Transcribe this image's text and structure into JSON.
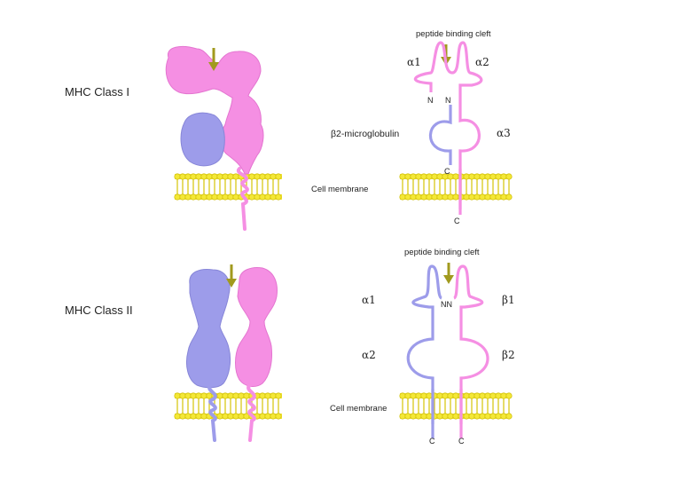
{
  "class1": {
    "title": "MHC Class I",
    "cleft_label": "peptide binding cleft",
    "alpha1": "α1",
    "alpha2": "α2",
    "alpha3": "α3",
    "beta2m": "β2-microglobulin",
    "n_left": "N",
    "n_right": "N",
    "c_beta2m": "C",
    "c_alpha": "C",
    "membrane": "Cell membrane"
  },
  "class2": {
    "title": "MHC Class II",
    "cleft_label": "peptide binding cleft",
    "alpha1": "α1",
    "alpha2": "α2",
    "beta1": "β1",
    "beta2": "β2",
    "nn": "NN",
    "c_alpha": "C",
    "c_beta": "C",
    "membrane": "Cell membrane"
  },
  "colors": {
    "alpha_chain": "#f58fe3",
    "beta_chain": "#9d9cea",
    "membrane": "#f2e636",
    "arrow": "#a19a1e"
  },
  "icons": {
    "cleft_arrow": "down-arrow-icon"
  }
}
